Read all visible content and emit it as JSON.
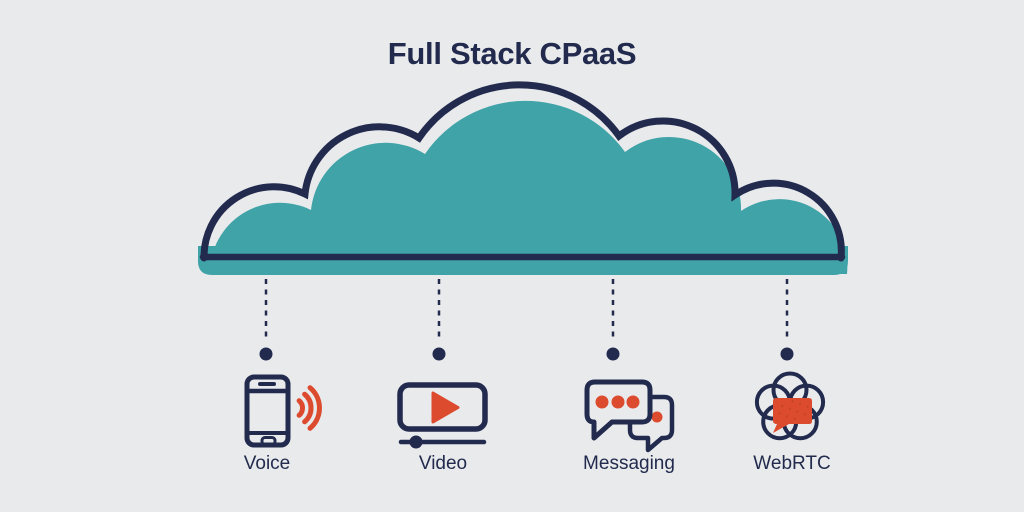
{
  "title": "Full Stack CPaaS",
  "cloud": {
    "name": "cpaas-cloud",
    "fill_color": "#3fa3a8",
    "outline_color": "#222b4e"
  },
  "services": [
    {
      "id": "voice",
      "label": "Voice",
      "icon": "smartphone-voice-icon"
    },
    {
      "id": "video",
      "label": "Video",
      "icon": "video-player-icon"
    },
    {
      "id": "messaging",
      "label": "Messaging",
      "icon": "chat-bubbles-icon"
    },
    {
      "id": "webrtc",
      "label": "WebRTC",
      "icon": "webrtc-logo-icon"
    }
  ],
  "colors": {
    "background": "#e9eaec",
    "navy": "#222b4e",
    "teal": "#3fa3a8",
    "orange": "#dd4b2e"
  }
}
